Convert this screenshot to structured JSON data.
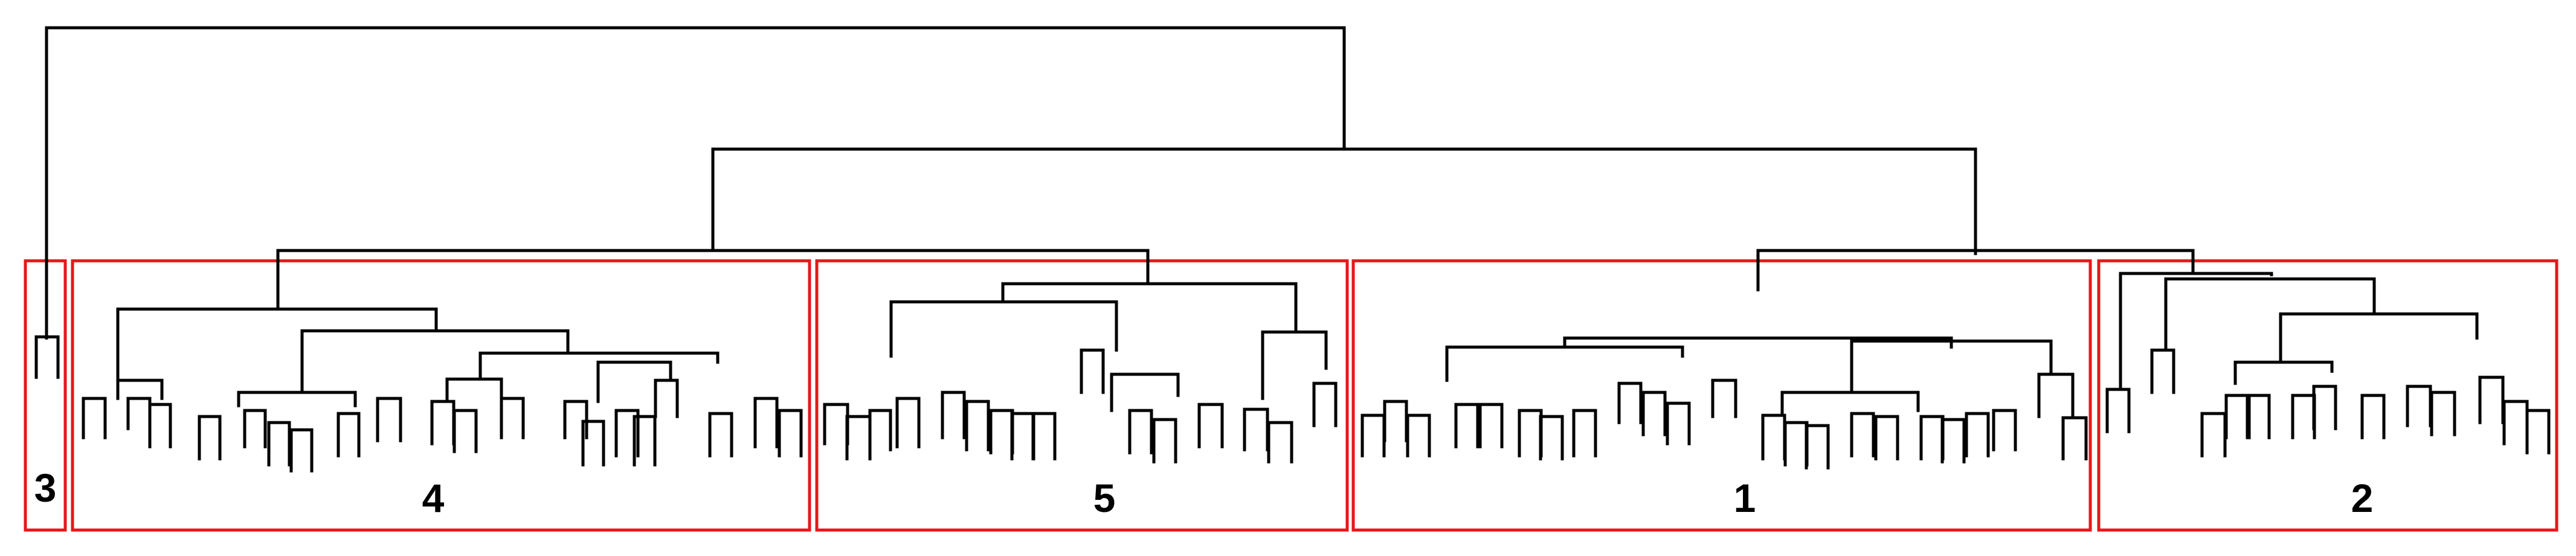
{
  "diagram": {
    "type": "dendrogram",
    "line_color": "#000000",
    "box_color": "#e8161b",
    "clusters": [
      {
        "id": "c3",
        "label": "3"
      },
      {
        "id": "c4",
        "label": "4"
      },
      {
        "id": "c5",
        "label": "5"
      },
      {
        "id": "c1",
        "label": "1"
      },
      {
        "id": "c2",
        "label": "2"
      }
    ]
  }
}
